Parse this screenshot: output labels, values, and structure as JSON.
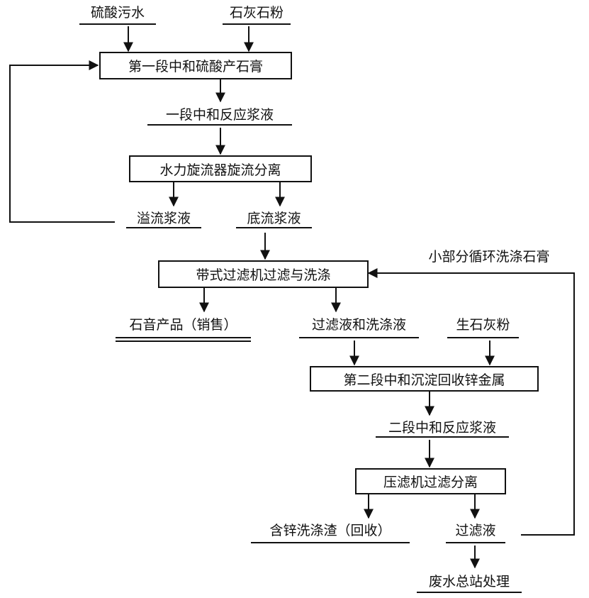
{
  "inputs": {
    "sulfuric_wastewater": "硫酸污水",
    "limestone_powder": "石灰石粉",
    "quicklime_powder": "生石灰粉"
  },
  "process": {
    "stage1_neutralization": "第一段中和硫酸产石膏",
    "hydrocyclone": "水力旋流器旋流分离",
    "belt_filter": "带式过滤机过滤与洗涤",
    "stage2_neutralization": "第二段中和沉淀回收锌金属",
    "filter_press": "压滤机过滤分离"
  },
  "streams": {
    "stage1_slurry": "一段中和反应浆液",
    "overflow_slurry": "溢流浆液",
    "underflow_slurry": "底流浆液",
    "gypsum_product": "石音产品（销售）",
    "filtrate_and_wash": "过滤液和洗涤液",
    "stage2_slurry": "二段中和反应浆液",
    "zinc_residue": "含锌洗涤渣（回收）",
    "filtrate": "过滤液",
    "wastewater_station": "废水总站处理",
    "recycle_wash_gypsum": "小部分循环洗涤石膏"
  }
}
